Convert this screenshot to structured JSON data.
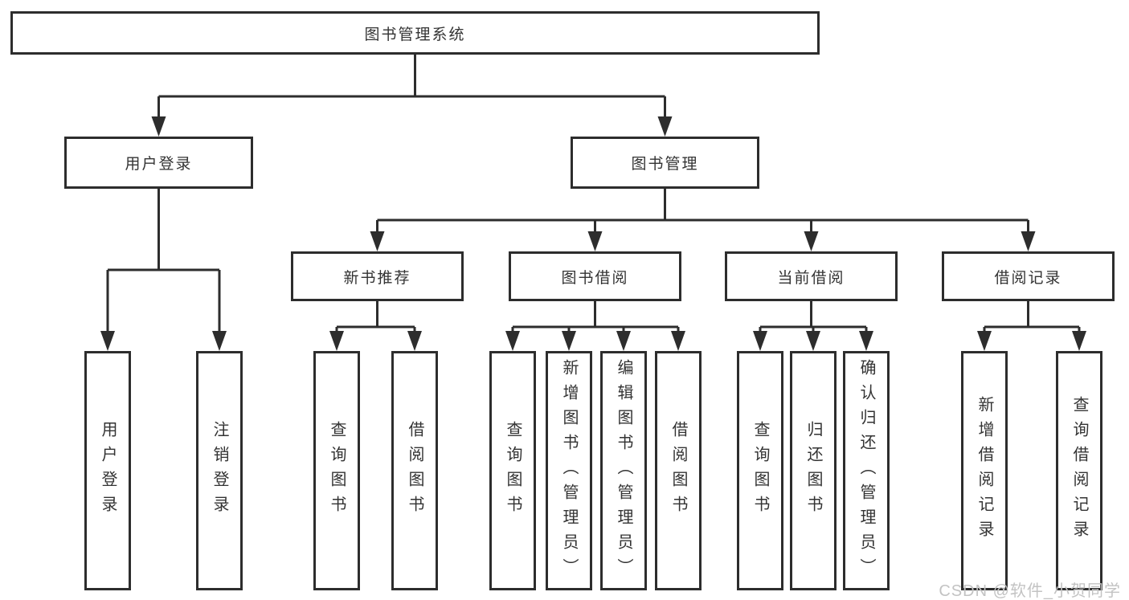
{
  "diagram": {
    "root": {
      "label": "图书管理系统"
    },
    "level2": [
      {
        "label": "用户登录"
      },
      {
        "label": "图书管理"
      }
    ],
    "level3": [
      {
        "label": "新书推荐"
      },
      {
        "label": "图书借阅"
      },
      {
        "label": "当前借阅"
      },
      {
        "label": "借阅记录"
      }
    ],
    "leaves": {
      "user": [
        "用户登录",
        "注销登录"
      ],
      "recommend": [
        "查询图书",
        "借阅图书"
      ],
      "borrow": [
        "查询图书",
        "新增图书（管理员）",
        "编辑图书（管理员）",
        "借阅图书"
      ],
      "current": [
        "查询图书",
        "归还图书",
        "确认归还（管理员）"
      ],
      "records": [
        "新增借阅记录",
        "查询借阅记录"
      ]
    }
  },
  "watermark": {
    "text": "CSDN @软件_小贺同学"
  },
  "colors": {
    "line": "#2d2d2d",
    "background": "#ffffff",
    "watermark": "#c3c3c3"
  }
}
